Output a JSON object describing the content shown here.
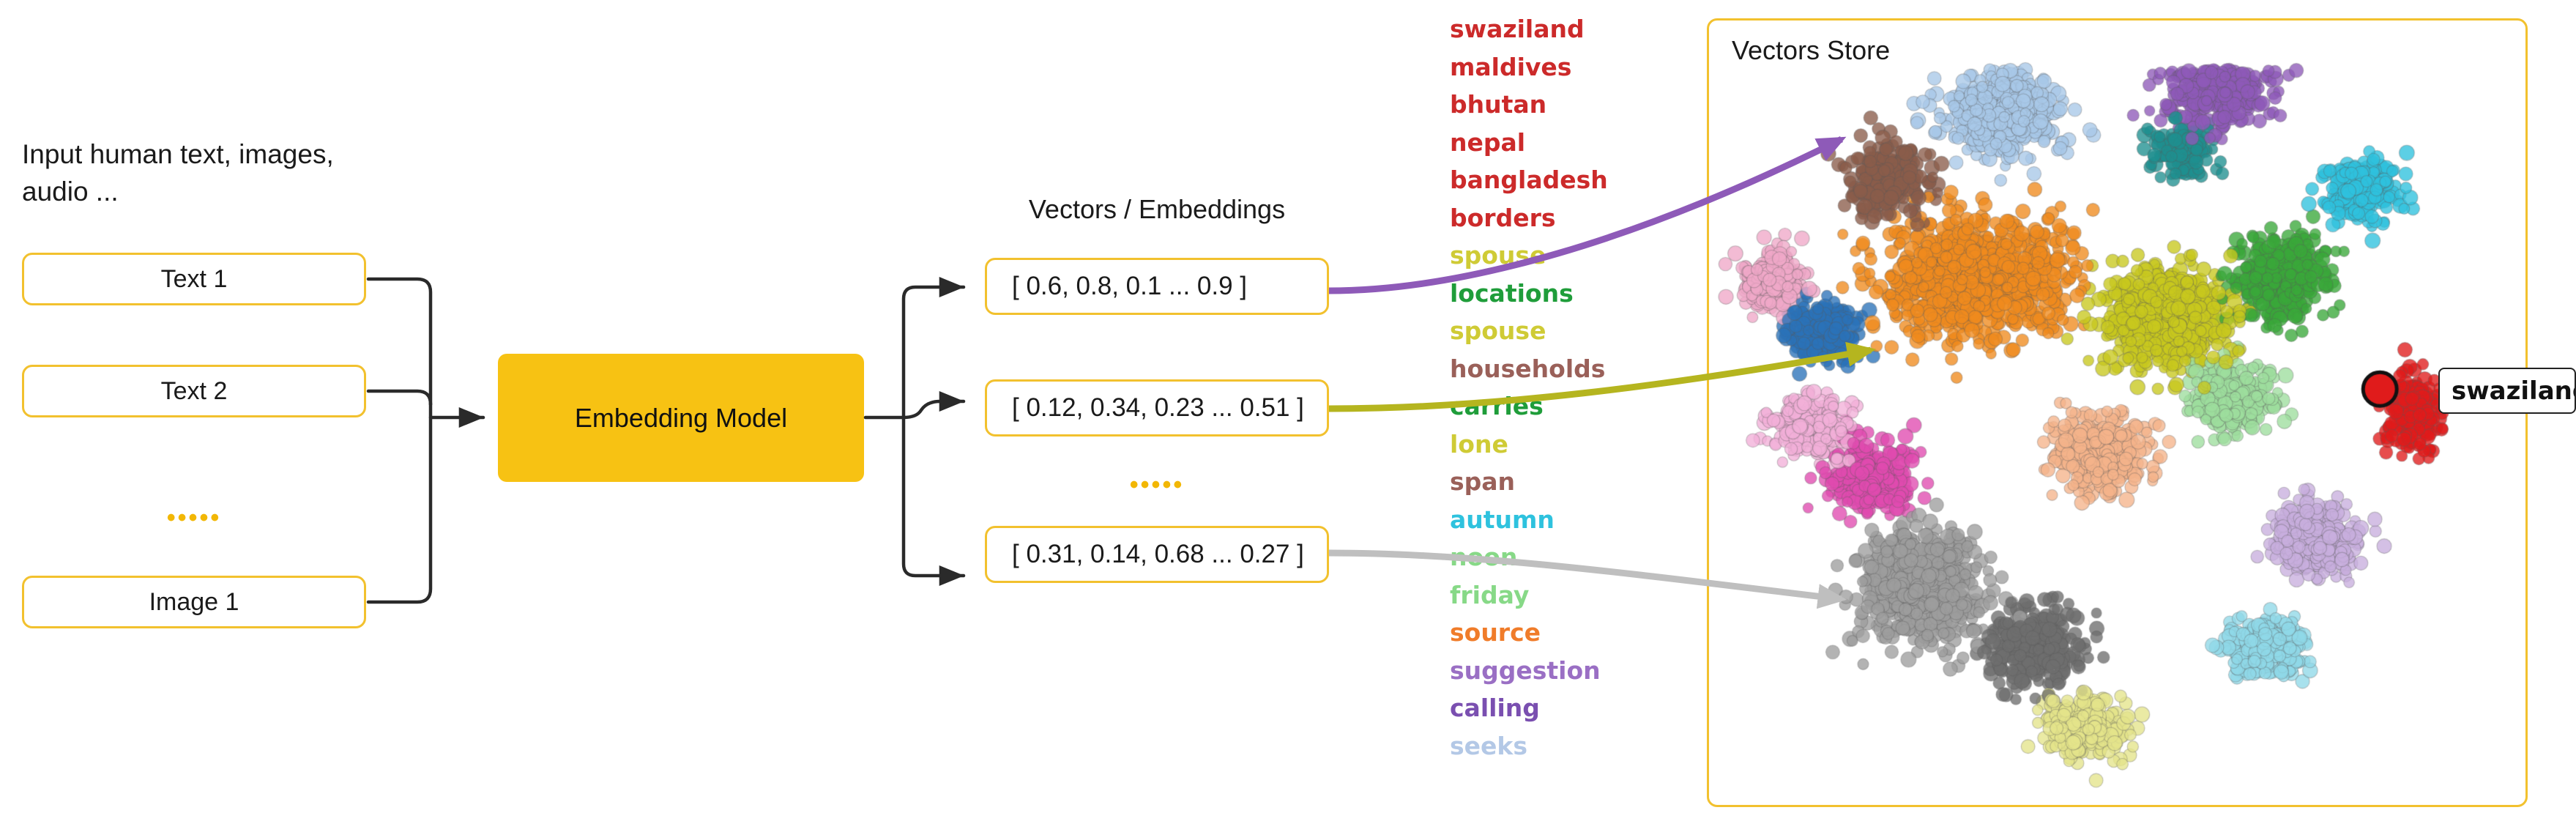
{
  "intro": {
    "caption": "Input human text, images, audio ..."
  },
  "inputs": {
    "boxes": [
      {
        "label": "Text 1"
      },
      {
        "label": "Text 2"
      },
      {
        "label": "Image 1"
      }
    ],
    "ellipsis": "•••••"
  },
  "model": {
    "label": "Embedding Model",
    "fill": "#f7c213"
  },
  "vectors": {
    "title": "Vectors / Embeddings",
    "ellipsis": "•••••",
    "boxes": [
      {
        "label": "[ 0.6, 0.8, 0.1 ... 0.9 ]",
        "link_color": "#8e5ab8"
      },
      {
        "label": "[ 0.12, 0.34, 0.23 ... 0.51 ]",
        "link_color": "#b5b51f"
      },
      {
        "label": "[ 0.31, 0.14, 0.68 ... 0.27 ]",
        "link_color": "#bfbfbf"
      }
    ]
  },
  "word_list": [
    {
      "text": "swaziland",
      "color": "#cc2a2a"
    },
    {
      "text": "maldives",
      "color": "#cc2a2a"
    },
    {
      "text": "bhutan",
      "color": "#cc2a2a"
    },
    {
      "text": "nepal",
      "color": "#cc2a2a"
    },
    {
      "text": "bangladesh",
      "color": "#cc2a2a"
    },
    {
      "text": "borders",
      "color": "#cc2a2a"
    },
    {
      "text": "spouse",
      "color": "#cfcb35"
    },
    {
      "text": "locations",
      "color": "#1f9d3a"
    },
    {
      "text": "spouse",
      "color": "#cfcb35"
    },
    {
      "text": "households",
      "color": "#9a6059"
    },
    {
      "text": "carries",
      "color": "#1f9d3a"
    },
    {
      "text": "lone",
      "color": "#cfcb35"
    },
    {
      "text": "span",
      "color": "#9a6059"
    },
    {
      "text": "autumn",
      "color": "#2ec2de"
    },
    {
      "text": "noon",
      "color": "#87d987"
    },
    {
      "text": "friday",
      "color": "#87d987"
    },
    {
      "text": "source",
      "color": "#f07c2a"
    },
    {
      "text": "suggestion",
      "color": "#9a6fc4"
    },
    {
      "text": "calling",
      "color": "#7a4fb0"
    },
    {
      "text": "seeks",
      "color": "#b3c8e6"
    }
  ],
  "store": {
    "title": "Vectors Store",
    "border_color": "#f2c12e",
    "highlight": {
      "label": "swaziland",
      "point_color": "#e01b1b"
    }
  },
  "chart_data": {
    "type": "scatter",
    "title": "Vectors Store",
    "xlabel": "",
    "ylabel": "",
    "grid": false,
    "legend": "none",
    "annotations": [
      {
        "text": "swaziland",
        "x": 0.82,
        "y": 0.47,
        "color": "#e01b1b",
        "highlighted": true
      }
    ],
    "clusters": [
      {
        "name": "light-blue",
        "color": "#a8c8e8",
        "cx": 0.36,
        "cy": 0.12,
        "rx": 0.12,
        "ry": 0.08,
        "n": 420
      },
      {
        "name": "brown",
        "color": "#8b5c4a",
        "cx": 0.22,
        "cy": 0.2,
        "rx": 0.08,
        "ry": 0.07,
        "n": 260
      },
      {
        "name": "purple",
        "color": "#8e5ab8",
        "cx": 0.62,
        "cy": 0.09,
        "rx": 0.1,
        "ry": 0.07,
        "n": 340
      },
      {
        "name": "orange",
        "color": "#f08a1e",
        "cx": 0.33,
        "cy": 0.33,
        "rx": 0.17,
        "ry": 0.12,
        "n": 900
      },
      {
        "name": "blue",
        "color": "#2a72b8",
        "cx": 0.14,
        "cy": 0.4,
        "rx": 0.07,
        "ry": 0.06,
        "n": 220
      },
      {
        "name": "pink",
        "color": "#f0a8c8",
        "cx": 0.08,
        "cy": 0.33,
        "rx": 0.06,
        "ry": 0.06,
        "n": 200
      },
      {
        "name": "olive",
        "color": "#c8c81e",
        "cx": 0.56,
        "cy": 0.38,
        "rx": 0.12,
        "ry": 0.1,
        "n": 560
      },
      {
        "name": "green",
        "color": "#3aa83a",
        "cx": 0.7,
        "cy": 0.33,
        "rx": 0.09,
        "ry": 0.09,
        "n": 330
      },
      {
        "name": "cyan",
        "color": "#2ec2de",
        "cx": 0.8,
        "cy": 0.22,
        "rx": 0.07,
        "ry": 0.06,
        "n": 240
      },
      {
        "name": "magenta",
        "color": "#e04ab0",
        "cx": 0.2,
        "cy": 0.58,
        "rx": 0.08,
        "ry": 0.07,
        "n": 280
      },
      {
        "name": "lightpink",
        "color": "#f2b0d8",
        "cx": 0.13,
        "cy": 0.52,
        "rx": 0.07,
        "ry": 0.06,
        "n": 230
      },
      {
        "name": "grey",
        "color": "#9e9e9e",
        "cx": 0.26,
        "cy": 0.72,
        "rx": 0.12,
        "ry": 0.11,
        "n": 640
      },
      {
        "name": "darkgrey",
        "color": "#6e6e6e",
        "cx": 0.4,
        "cy": 0.8,
        "rx": 0.09,
        "ry": 0.08,
        "n": 360
      },
      {
        "name": "khaki",
        "color": "#e4e48a",
        "cx": 0.46,
        "cy": 0.9,
        "rx": 0.08,
        "ry": 0.06,
        "n": 280
      },
      {
        "name": "lightcyan",
        "color": "#8fd8e8",
        "cx": 0.68,
        "cy": 0.8,
        "rx": 0.08,
        "ry": 0.06,
        "n": 260
      },
      {
        "name": "lavender",
        "color": "#c8aede",
        "cx": 0.74,
        "cy": 0.66,
        "rx": 0.08,
        "ry": 0.07,
        "n": 300
      },
      {
        "name": "red",
        "color": "#e01b1b",
        "cx": 0.86,
        "cy": 0.5,
        "rx": 0.05,
        "ry": 0.07,
        "n": 220
      },
      {
        "name": "teal",
        "color": "#1f8f8f",
        "cx": 0.58,
        "cy": 0.17,
        "rx": 0.06,
        "ry": 0.05,
        "n": 140
      },
      {
        "name": "peach",
        "color": "#f5b48a",
        "cx": 0.48,
        "cy": 0.55,
        "rx": 0.09,
        "ry": 0.08,
        "n": 300
      },
      {
        "name": "lightgreen",
        "color": "#9ede9e",
        "cx": 0.64,
        "cy": 0.48,
        "rx": 0.08,
        "ry": 0.07,
        "n": 260
      }
    ]
  }
}
